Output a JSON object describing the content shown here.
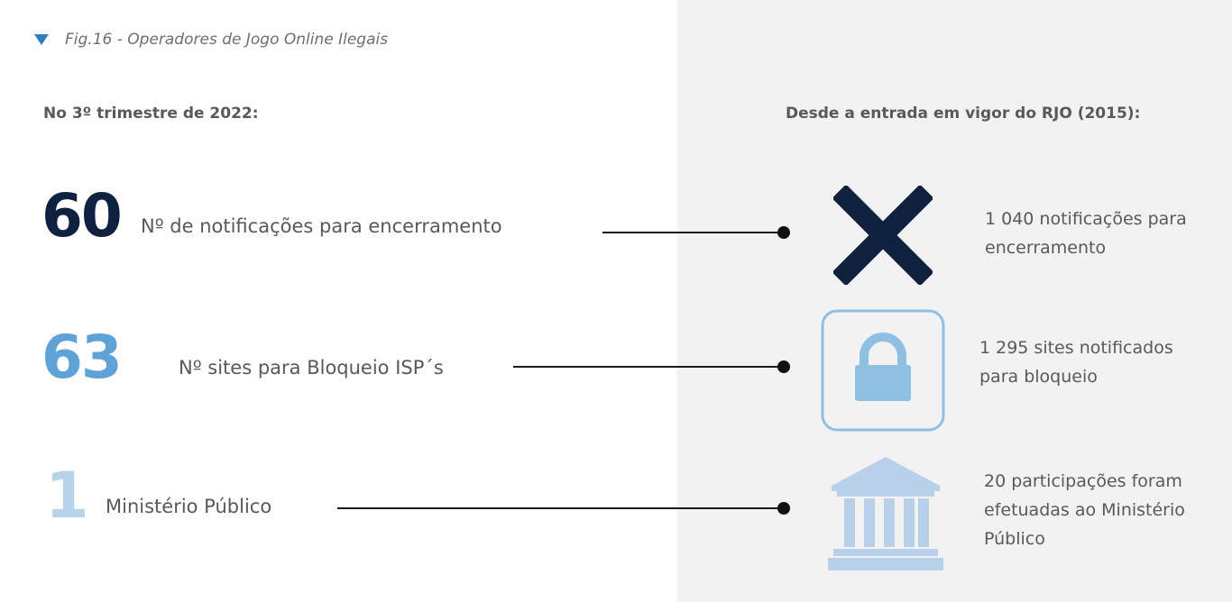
{
  "caption": {
    "icon": "triangle-down-icon",
    "text": "Fig.16 - Operadores de Jogo Online Ilegais"
  },
  "left_heading": "No 3º trimestre de 2022:",
  "right_heading": "Desde a entrada em vigor do RJO (2015):",
  "rows": [
    {
      "number": "60",
      "label": "Nº de notificações para encerramento",
      "icon": "close-x-icon",
      "description_lines": [
        "1 040 notificações para",
        "encerramento"
      ],
      "color": "#0f2140"
    },
    {
      "number": "63",
      "label": "Nº sites para Bloqueio ISP´s",
      "icon": "padlock-icon",
      "description_lines": [
        "1 295 sites notificados",
        "para bloqueio"
      ],
      "color": "#5fa2d8"
    },
    {
      "number": "1",
      "label": "Ministério Público",
      "icon": "courthouse-icon",
      "description_lines": [
        "20 participações foram",
        "efetuadas ao Ministério",
        "Público"
      ],
      "color": "#b7d3ea"
    }
  ],
  "colors": {
    "right_panel_bg": "#f2f2f2",
    "caption_accent": "#2e7fc1"
  }
}
